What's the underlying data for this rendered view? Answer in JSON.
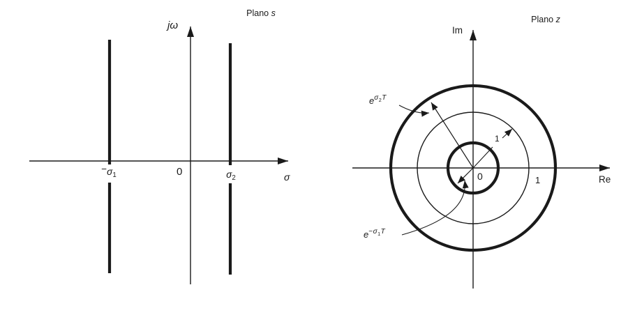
{
  "figure": {
    "s_plane": {
      "title_text": "Plano",
      "title_var": "s",
      "vaxis_label": "jω",
      "haxis_label": "σ",
      "origin_label": "0",
      "neg_line_label": {
        "minus": "−",
        "sigma": "σ",
        "sub": "1"
      },
      "pos_line_label": {
        "sigma": "σ",
        "sub": "2"
      }
    },
    "z_plane": {
      "title_text": "Plano",
      "title_var": "z",
      "vaxis_label": "Im",
      "haxis_label": "Re",
      "origin_label": "0",
      "unit_axis_label": "1",
      "unit_radial_label": "1",
      "outer_radius_label": {
        "base": "e",
        "sigma": "σ",
        "sub": "2",
        "tail": "T"
      },
      "inner_radius_label": {
        "base": "e",
        "minus": "−",
        "sigma": "σ",
        "sub": "1",
        "tail": "T"
      }
    },
    "ink_color": "#1a1a1a",
    "background_color": "#ffffff"
  }
}
